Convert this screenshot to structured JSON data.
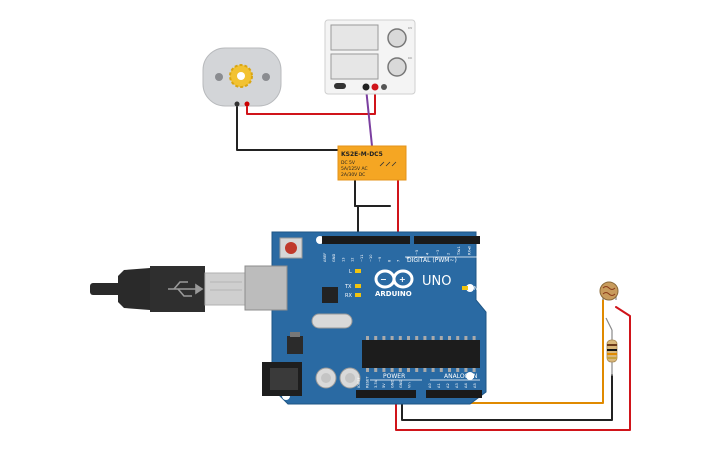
{
  "relay": {
    "model": "KS2E-M-DC5",
    "lines": [
      "DC 5V",
      "5A/125V AC",
      "2A/30V DC"
    ]
  },
  "arduino": {
    "brand": "ARDUINO",
    "model": "UNO",
    "digital_label": "DIGITAL (PWM~)",
    "power_label": "POWER",
    "analog_label": "ANALOG IN",
    "on_label": "ON",
    "led_l": "L",
    "led_tx": "TX",
    "led_rx": "RX",
    "digital_pins": [
      "AREF",
      "GND",
      "13",
      "12",
      "~11",
      "~10",
      "~9",
      "8",
      "7",
      "~6",
      "~5",
      "4",
      "~3",
      "2",
      "TX▸1",
      "RX◂0"
    ],
    "power_pins": [
      "IOREF",
      "RESET",
      "3.3V",
      "5V",
      "GND",
      "GND",
      "Vin"
    ],
    "analog_pins": [
      "A0",
      "A1",
      "A2",
      "A3",
      "A4",
      "A5"
    ]
  },
  "power_supply": {
    "knob_labels": [
      "CV",
      "CC"
    ]
  },
  "colors": {
    "board": "#2a6aa3",
    "relay": "#f5a623",
    "wire_red": "#d0141a",
    "wire_black": "#222222",
    "wire_orange": "#e08a00",
    "wire_purple": "#7b3fa0"
  }
}
